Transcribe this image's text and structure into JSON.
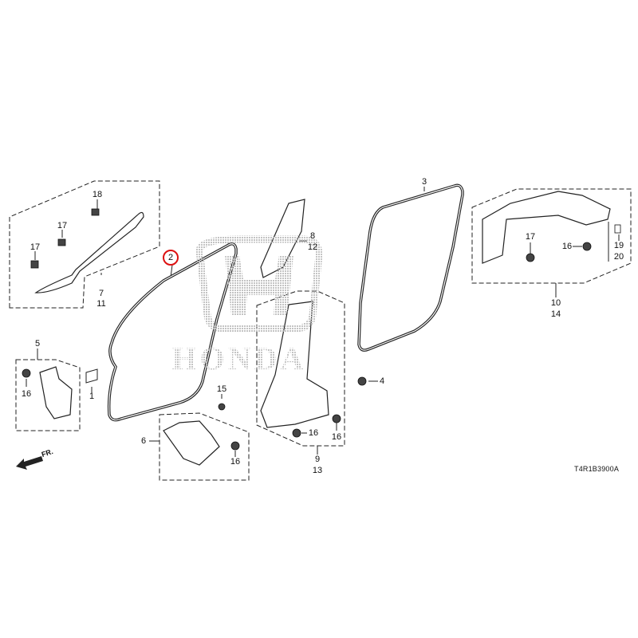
{
  "watermark": {
    "brand": "HONDA"
  },
  "diagram_code": "T4R1B3900A",
  "direction_label": "FR.",
  "highlighted_part": "2",
  "callouts": {
    "p18": "18",
    "p17a": "17",
    "p17b": "17",
    "p7": "7",
    "p11": "11",
    "p2": "2",
    "p5": "5",
    "p16a": "16",
    "p1": "1",
    "p15": "15",
    "p6": "6",
    "p16b": "16",
    "p8": "8",
    "p12": "12",
    "p16c": "16",
    "p16d": "16",
    "p9": "9",
    "p13": "13",
    "p4": "4",
    "p3": "3",
    "p17c": "17",
    "p16e": "16",
    "p19": "19",
    "p20": "20",
    "p10": "10",
    "p14": "14"
  },
  "colors": {
    "highlight": "#dd1111",
    "line": "#222222",
    "watermark": "#bdbdbd"
  }
}
